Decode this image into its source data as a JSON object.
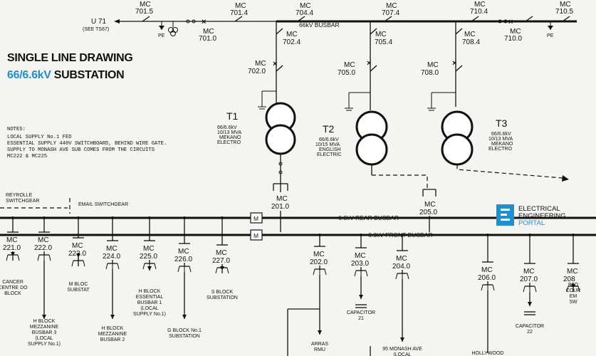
{
  "title": {
    "line1": "SINGLE LINE DRAWING",
    "line2_accent": "66/6.6kV",
    "line2_rest": " SUBSTATION"
  },
  "colors": {
    "accent": "#1f8fd0",
    "ink": "#111111",
    "background": "#f4f4f2"
  },
  "notes": {
    "heading": "NOTES:",
    "lines": [
      "LOCAL SUPPLY No.1 FED",
      "ESSENTIAL SUPPLY 440V SWITCHBOARD, BEHIND WIRE GATE.",
      "SUPPLY TO MONASH AVE SUB COMES FROM THE CIRCUITS",
      "MC222 & MC225"
    ]
  },
  "hv": {
    "busbar_label": "66kV BUSBAR",
    "u71": "U 71",
    "u71_note": "(SEE TS67)",
    "pe": "PE",
    "breakers": {
      "mc7015": "701.5",
      "mc7010": "701.0",
      "mc7014": "701.4",
      "mc7044": "704.4",
      "mc7024": "702.4",
      "mc7074": "707.4",
      "mc7054": "705.4",
      "mc7104": "710.4",
      "mc7084": "708.4",
      "mc7100": "710.0",
      "mc7105": "710.5"
    },
    "mc": "MC"
  },
  "transformers": [
    {
      "name": "T1",
      "ratio": "66/6.6kV",
      "rating": "10/13 MVA",
      "maker1": "MEKANO",
      "maker2": "ELECTRO",
      "hv_breaker": "702.0"
    },
    {
      "name": "T2",
      "ratio": "66/6.6kV",
      "rating": "10/15 MVA",
      "maker1": "ENGLISH",
      "maker2": "ELECTRIC",
      "hv_breaker": "705.0"
    },
    {
      "name": "T3",
      "ratio": "66/6.6kV",
      "rating": "10/13 MVA",
      "maker1": "MEKANO",
      "maker2": "ELECTRO",
      "hv_breaker": "708.0"
    }
  ],
  "lv": {
    "rear_busbar": "6.6kV  REAR  BUSBAR",
    "front_busbar": "6.6kV  FRONT  BUSBAR",
    "switchgear_left": "REYROLLE",
    "switchgear_left2": "SWITCHGEAR",
    "switchgear_email": "EMAIL  SWITCHGEAR",
    "m": "M",
    "incomers": {
      "mc2010": "201.0",
      "mc2050": "205.0"
    }
  },
  "feeders": {
    "f221": {
      "mc": "221.0",
      "load": [
        "CANCER",
        "CENTRE DO",
        "BLOCK"
      ]
    },
    "f222": {
      "mc": "222.0",
      "load": [
        "H BLOCK",
        "MEZZANINE",
        "BUSBAR 3",
        "(LOCAL",
        "SUPPLY No.1)"
      ]
    },
    "f223": {
      "mc": "223.0",
      "load": [
        "M BLOC",
        "SUBSTAT"
      ]
    },
    "f224": {
      "mc": "224.0",
      "load": [
        "H BLOCK",
        "MEZZANINE",
        "BUSBAR 2"
      ]
    },
    "f225": {
      "mc": "225.0",
      "load": [
        "H BLOCK",
        "ESSENTIAL",
        "BUSBAR 1",
        "(LOCAL",
        "SUPPLY No.1)"
      ]
    },
    "f226": {
      "mc": "226.0",
      "load": [
        "G BLOCK No.1",
        "SUBSTATION"
      ]
    },
    "f227": {
      "mc": "227.0",
      "load": [
        "S BLOCK",
        "SUBSTATION"
      ]
    },
    "f202": {
      "mc": "202.0",
      "load": [
        "ARRAS",
        "RMU"
      ]
    },
    "f203": {
      "mc": "203.0",
      "load": [
        "CAPACITOR",
        "21"
      ]
    },
    "f204": {
      "mc": "204.0",
      "load": [
        "95 MONASH AVE",
        "(LOCAL"
      ]
    },
    "f206": {
      "mc": "206.0",
      "load": [
        "HOLLYWOOD"
      ]
    },
    "f207": {
      "mc": "207.0",
      "load": [
        "CAPACITOR",
        "22"
      ]
    },
    "f208": {
      "mc": "208",
      "load": [
        "BLO",
        "COUR",
        "EM",
        "SW"
      ]
    }
  },
  "logo": {
    "line1": "ELECTRICAL",
    "line2": "ENGINEERING",
    "line3": "PORTAL"
  }
}
